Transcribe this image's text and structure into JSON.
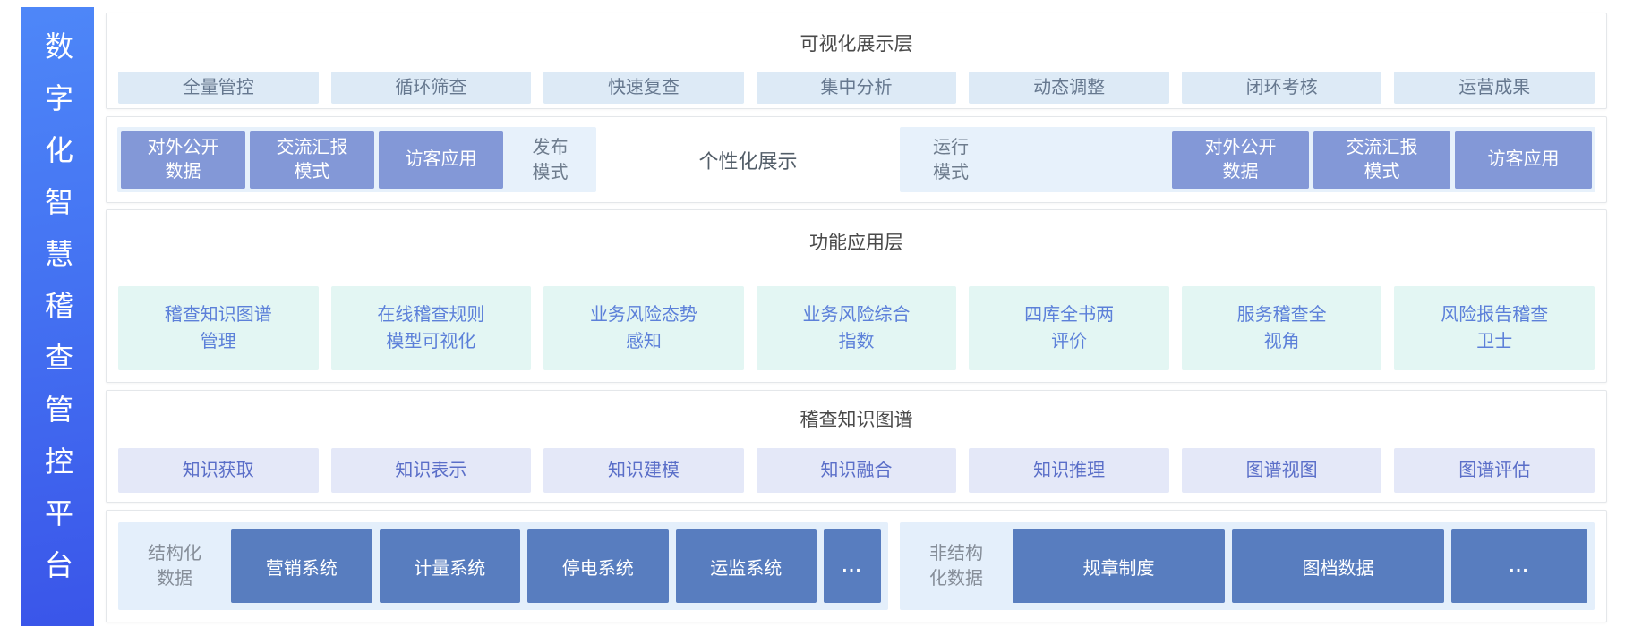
{
  "sidebar": {
    "title": "数字化智慧稽查管控平台"
  },
  "colors": {
    "sidebar_gradient_start": "#4e87f8",
    "sidebar_gradient_end": "#3a55e9",
    "visualization_item_bg": "#ddeaf6",
    "mode_group_bg": "#e7f1fb",
    "mode_box_bg": "#8398d7",
    "application_item_bg": "#e3f6f3",
    "knowledge_item_bg": "#e4e8f8",
    "data_group_bg": "#e4effb",
    "data_box_bg": "#587dbf",
    "section_border": "#e4e7ea"
  },
  "sections": {
    "visualization": {
      "title": "可视化展示层",
      "items": [
        "全量管控",
        "循环筛查",
        "快速复查",
        "集中分析",
        "动态调整",
        "闭环考核",
        "运营成果"
      ]
    },
    "modes": {
      "publish_boxes": [
        "对外公开\n数据",
        "交流汇报\n模式",
        "访客应用"
      ],
      "publish_label": "发布\n模式",
      "center_label": "个性化展示",
      "run_label": "运行\n模式",
      "run_boxes": [
        "对外公开\n数据",
        "交流汇报\n模式",
        "访客应用"
      ]
    },
    "application": {
      "title": "功能应用层",
      "items": [
        "稽查知识图谱\n管理",
        "在线稽查规则\n模型可视化",
        "业务风险态势\n感知",
        "业务风险综合\n指数",
        "四库全书两\n评价",
        "服务稽查全\n视角",
        "风险报告稽查\n卫士"
      ]
    },
    "knowledge": {
      "title": "稽查知识图谱",
      "items": [
        "知识获取",
        "知识表示",
        "知识建模",
        "知识融合",
        "知识推理",
        "图谱视图",
        "图谱评估"
      ]
    },
    "data_layer": {
      "structured_label": "结构化\n数据",
      "structured_boxes": [
        "营销系统",
        "计量系统",
        "停电系统",
        "运监系统",
        "..."
      ],
      "unstructured_label": "非结构\n化数据",
      "unstructured_boxes": [
        "规章制度",
        "图档数据",
        "..."
      ]
    }
  }
}
